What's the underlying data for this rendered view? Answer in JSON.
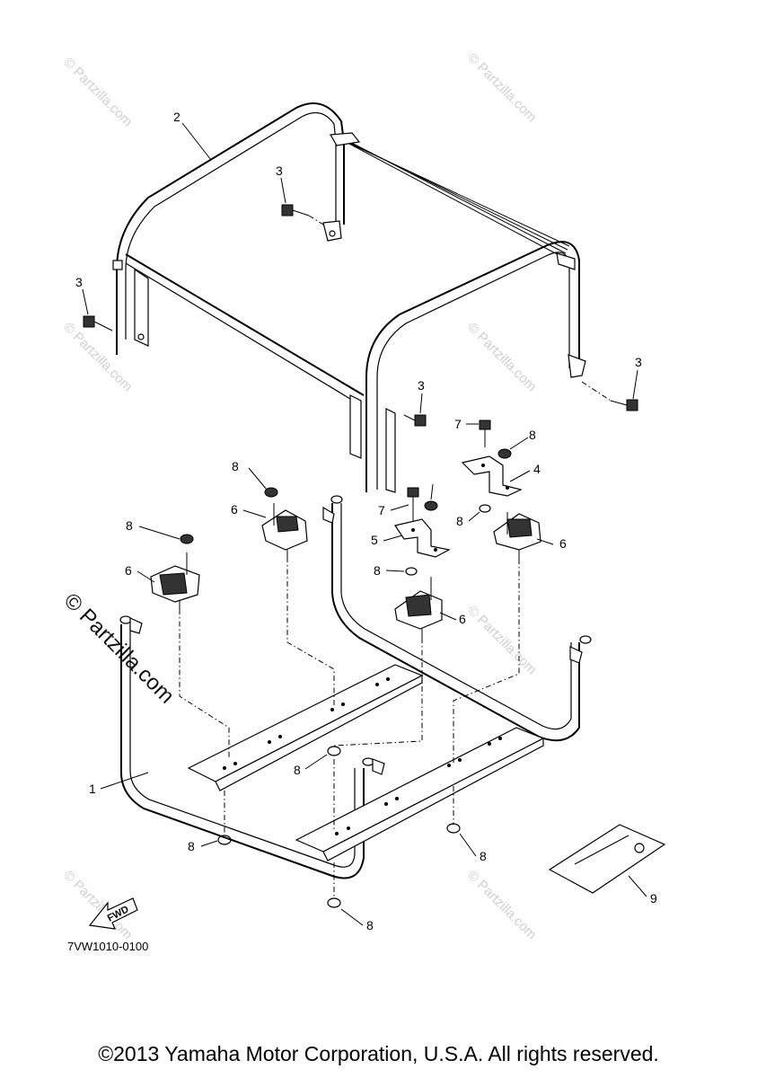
{
  "diagram": {
    "callouts": [
      {
        "id": "c2",
        "label": "2"
      },
      {
        "id": "c3a",
        "label": "3"
      },
      {
        "id": "c3b",
        "label": "3"
      },
      {
        "id": "c3c",
        "label": "3"
      },
      {
        "id": "c3d",
        "label": "3"
      },
      {
        "id": "c7a",
        "label": "7"
      },
      {
        "id": "c8a",
        "label": "8"
      },
      {
        "id": "c4",
        "label": "4"
      },
      {
        "id": "c8b",
        "label": "8"
      },
      {
        "id": "c6a",
        "label": "6"
      },
      {
        "id": "c8c",
        "label": "8"
      },
      {
        "id": "c7b",
        "label": "7"
      },
      {
        "id": "c8d",
        "label": "8"
      },
      {
        "id": "c6b",
        "label": "6"
      },
      {
        "id": "c5",
        "label": "5"
      },
      {
        "id": "c6c",
        "label": "6"
      },
      {
        "id": "c8e",
        "label": "8"
      },
      {
        "id": "c6d",
        "label": "6"
      },
      {
        "id": "c8f",
        "label": "8"
      },
      {
        "id": "c1",
        "label": "1"
      },
      {
        "id": "c8g",
        "label": "8"
      },
      {
        "id": "c8h",
        "label": "8"
      },
      {
        "id": "c9",
        "label": "9"
      },
      {
        "id": "c8i",
        "label": "8"
      }
    ],
    "fwd_label": "FWD",
    "diagram_code": "7VW1010-0100",
    "watermark": "© Partzilla.com",
    "watermark_large": "© Partzilla.com"
  },
  "footer": {
    "copyright": "©2013 Yamaha Motor Corporation, U.S.A. All rights reserved."
  }
}
